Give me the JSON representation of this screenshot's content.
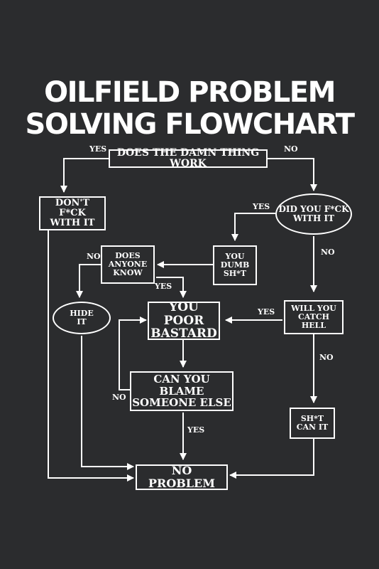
{
  "title": {
    "line1": "OILFIELD PROBLEM",
    "line2": "SOLVING FLOWCHART"
  },
  "nodes": {
    "does_work": "DOES THE DAMN THING WORK",
    "dont_fck": "DON'T F*CK\nWITH IT",
    "did_you_fck": "DID YOU F*CK\nWITH IT",
    "you_dumb": "YOU\nDUMB\nSH*T",
    "does_anyone_know": "DOES\nANYONE\nKNOW",
    "hide_it": "HIDE\nIT",
    "you_poor_bastard": "YOU POOR\nBASTARD",
    "will_you_catch_hell": "WILL YOU\nCATCH HELL",
    "can_you_blame": "CAN YOU BLAME\nSOMEONE ELSE",
    "sht_can_it": "SH*T\nCAN IT",
    "no_problem": "NO PROBLEM"
  },
  "labels": {
    "yes_top": "YES",
    "no_top": "NO",
    "yes_dumb": "YES",
    "no_did": "NO",
    "no_knows": "NO",
    "yes_knows": "YES",
    "yes_hell": "YES",
    "no_hell": "NO",
    "no_blame": "NO",
    "yes_blame": "YES"
  },
  "colors": {
    "background": "#2b2c2e",
    "foreground": "#ffffff"
  }
}
